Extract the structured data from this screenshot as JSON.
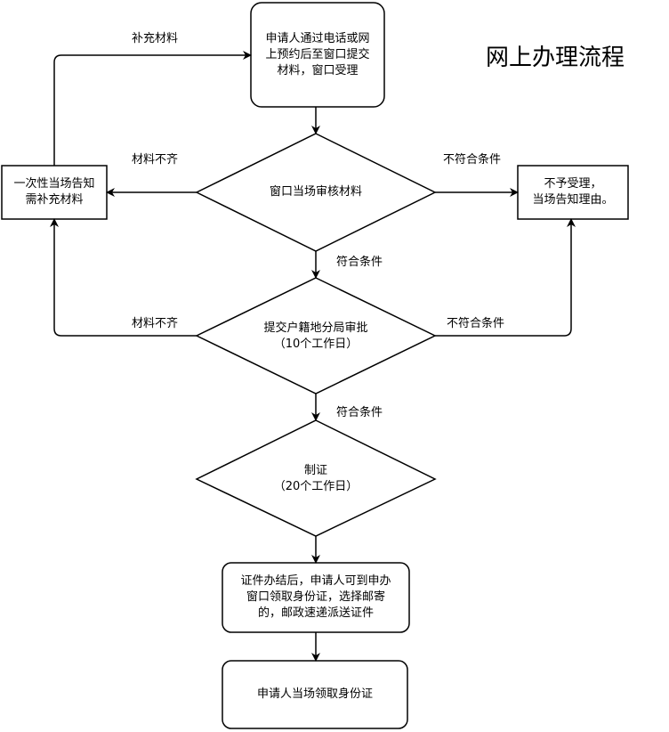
{
  "title": "网上办理流程",
  "nodes": {
    "apply": "申请人通过电话或网\n上预约后至窗口提交\n材料，窗口受理",
    "notify": "一次性当场告知\n需补充材料",
    "window_review": "窗口当场审核材料",
    "reject": "不予受理，\n当场告知理由。",
    "bureau_review": "提交户籍地分局审批\n（10个工作日）",
    "make": "制证\n（20个工作日）",
    "finish": "证件办结后，申请人可到申办\n窗口领取身份证，选择邮寄\n的，邮政速递派送证件",
    "collect": "申请人当场领取身份证"
  },
  "edges": {
    "supplement": "补充材料",
    "incomplete_1": "材料不齐",
    "not_qualified_1": "不符合条件",
    "qualified_1": "符合条件",
    "incomplete_2": "材料不齐",
    "not_qualified_2": "不符合条件",
    "qualified_2": "符合条件"
  }
}
